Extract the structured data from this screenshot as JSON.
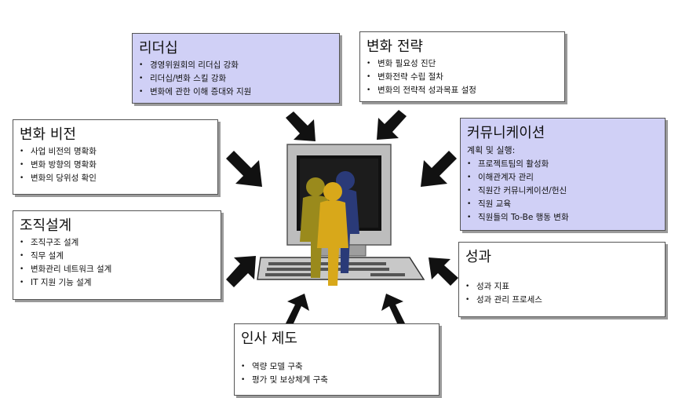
{
  "colors": {
    "purple_box": "#d0d0f6",
    "white_box": "#ffffff",
    "arrow": "#111111",
    "person_gold": "#9a8a1c",
    "person_yellow": "#d8a81a",
    "person_blue": "#2a3a78"
  },
  "boxes": {
    "leadership": {
      "title": "리더십",
      "items": [
        "경영위원회의 리더십 강화",
        "리더십/변화 스킬 강화",
        "변화에 관한 이해 증대와 지원"
      ]
    },
    "change_strategy": {
      "title": "변화 전략",
      "items": [
        "변화 필요성 진단",
        "변화전략 수립 절차",
        "변화의 전략적 성과목표 설정"
      ]
    },
    "change_vision": {
      "title": "변화 비전",
      "items": [
        "사업 비전의 명확화",
        "변화 방향의 명확화",
        "변화의 당위성 확인"
      ]
    },
    "communication": {
      "title": "커뮤니케이션",
      "subtitle": "계획 및 실행:",
      "items": [
        "프로젝트팀의 활성화",
        "이해관계자 관리",
        "직원간 커뮤니케이션/헌신",
        "직원 교육",
        "직원들의 To-Be 행동 변화"
      ]
    },
    "org_design": {
      "title": "조직설계",
      "items": [
        "조직구조 설계",
        "직무 설계",
        "변화관리 네트워크 설계",
        "IT 지원 기능 설계"
      ]
    },
    "performance": {
      "title": "성과",
      "items": [
        "성과 지표",
        "성과 관리 프로세스"
      ]
    },
    "hr_system": {
      "title": "인사 제도",
      "items": [
        "역량 모델 구축",
        "평가 및 보상체계 구축"
      ]
    }
  }
}
